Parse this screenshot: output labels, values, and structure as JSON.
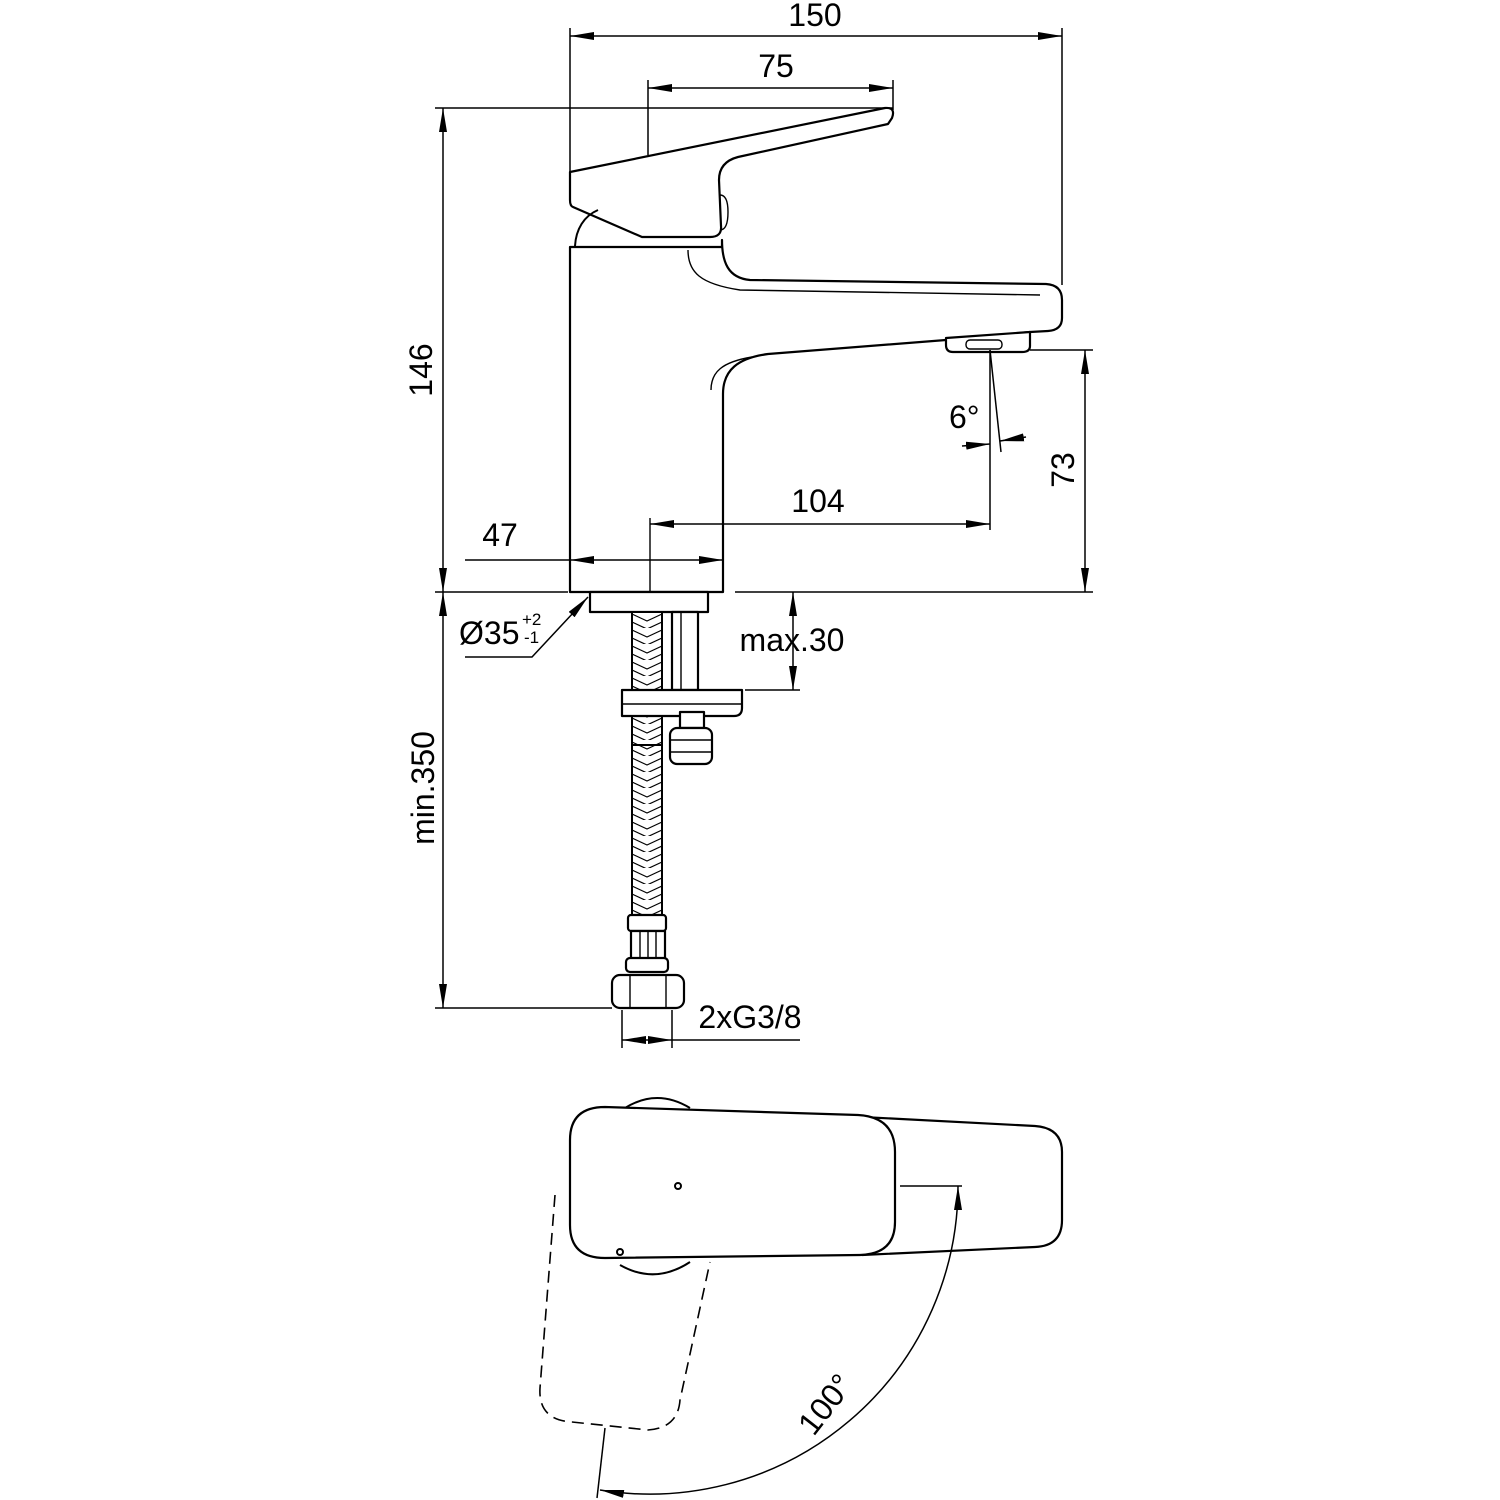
{
  "drawing": {
    "line_color": "#000000",
    "background": "#ffffff"
  },
  "dimensions": {
    "overall_width": "150",
    "lever_length": "75",
    "overall_height": "146",
    "spout_angle": "6°",
    "spout_height": "73",
    "spout_reach": "104",
    "body_depth": "47",
    "mounting_hole": "Ø35",
    "mounting_hole_tol_plus": "+2",
    "mounting_hole_tol_minus": "-1",
    "deck_thickness": "max.30",
    "hose_length": "min.350",
    "connection": "2xG3/8",
    "lever_rotation": "100°"
  }
}
